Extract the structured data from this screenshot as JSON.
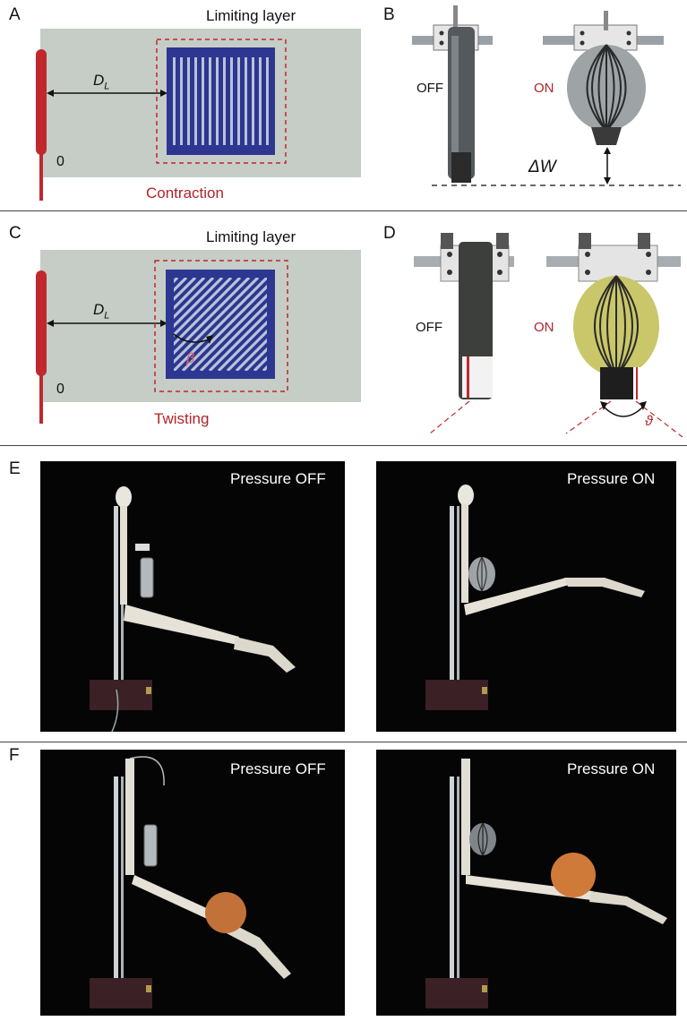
{
  "panels": {
    "a": {
      "letter": "A",
      "title": "Limiting layer",
      "distance_label": "D",
      "distance_sub": "L",
      "zero_label": "0",
      "caption": "Contraction"
    },
    "b": {
      "letter": "B",
      "off_label": "OFF",
      "on_label": "ON",
      "delta_label": "ΔW"
    },
    "c": {
      "letter": "C",
      "title": "Limiting layer",
      "distance_label": "D",
      "distance_sub": "L",
      "zero_label": "0",
      "angle_label": "β",
      "caption": "Twisting"
    },
    "d": {
      "letter": "D",
      "off_label": "OFF",
      "on_label": "ON",
      "angle_label": "ϑ"
    },
    "e": {
      "letter": "E",
      "left_label": "Pressure OFF",
      "right_label": "Pressure ON"
    },
    "f": {
      "letter": "F",
      "left_label": "Pressure OFF",
      "right_label": "Pressure ON"
    }
  },
  "colors": {
    "panel_bg": "#c5cdc6",
    "blue": "#2d3691",
    "red": "#c0282d",
    "caption_red": "#b0242a",
    "photo_bg": "#050505"
  }
}
